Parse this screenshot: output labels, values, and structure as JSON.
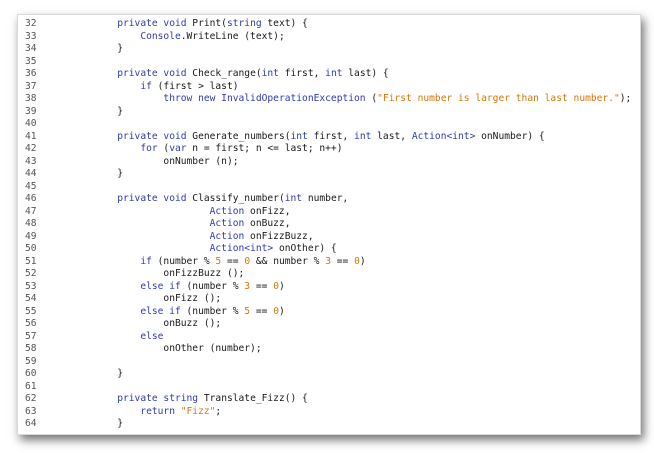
{
  "colors": {
    "keyword": "#2f3bb0",
    "number": "#d9760a",
    "string": "#d9760a",
    "text": "#1a1a1a",
    "line_number": "#555555",
    "background": "#ffffff"
  },
  "editor": {
    "lines": [
      {
        "n": "32",
        "tokens": [
          [
            "p",
            "        "
          ],
          [
            "kw",
            "private void"
          ],
          [
            "p",
            " Print("
          ],
          [
            "kw",
            "string"
          ],
          [
            "p",
            " text) {"
          ]
        ]
      },
      {
        "n": "33",
        "tokens": [
          [
            "p",
            "            "
          ],
          [
            "kw",
            "Console"
          ],
          [
            "p",
            ".WriteLine (text);"
          ]
        ]
      },
      {
        "n": "34",
        "tokens": [
          [
            "p",
            "        }"
          ]
        ]
      },
      {
        "n": "35",
        "tokens": []
      },
      {
        "n": "36",
        "tokens": [
          [
            "p",
            "        "
          ],
          [
            "kw",
            "private void"
          ],
          [
            "p",
            " Check_range("
          ],
          [
            "kw",
            "int"
          ],
          [
            "p",
            " first, "
          ],
          [
            "kw",
            "int"
          ],
          [
            "p",
            " last) {"
          ]
        ]
      },
      {
        "n": "37",
        "tokens": [
          [
            "p",
            "            "
          ],
          [
            "kw",
            "if"
          ],
          [
            "p",
            " (first > last)"
          ]
        ]
      },
      {
        "n": "38",
        "tokens": [
          [
            "p",
            "                "
          ],
          [
            "kw",
            "throw new InvalidOperationException"
          ],
          [
            "p",
            " ("
          ],
          [
            "str",
            "\"First number is larger than last number.\""
          ],
          [
            "p",
            ");"
          ]
        ]
      },
      {
        "n": "39",
        "tokens": [
          [
            "p",
            "        }"
          ]
        ]
      },
      {
        "n": "40",
        "tokens": []
      },
      {
        "n": "41",
        "tokens": [
          [
            "p",
            "        "
          ],
          [
            "kw",
            "private void"
          ],
          [
            "p",
            " Generate_numbers("
          ],
          [
            "kw",
            "int"
          ],
          [
            "p",
            " first, "
          ],
          [
            "kw",
            "int"
          ],
          [
            "p",
            " last, "
          ],
          [
            "kw",
            "Action<int>"
          ],
          [
            "p",
            " onNumber) {"
          ]
        ]
      },
      {
        "n": "42",
        "tokens": [
          [
            "p",
            "            "
          ],
          [
            "kw",
            "for"
          ],
          [
            "p",
            " ("
          ],
          [
            "kw",
            "var"
          ],
          [
            "p",
            " n = first; n <= last; n++)"
          ]
        ]
      },
      {
        "n": "43",
        "tokens": [
          [
            "p",
            "                onNumber (n);"
          ]
        ]
      },
      {
        "n": "44",
        "tokens": [
          [
            "p",
            "        }"
          ]
        ]
      },
      {
        "n": "45",
        "tokens": []
      },
      {
        "n": "46",
        "tokens": [
          [
            "p",
            "        "
          ],
          [
            "kw",
            "private void"
          ],
          [
            "p",
            " Classify_number("
          ],
          [
            "kw",
            "int"
          ],
          [
            "p",
            " number,"
          ]
        ]
      },
      {
        "n": "47",
        "tokens": [
          [
            "p",
            "                        "
          ],
          [
            "kw",
            "Action"
          ],
          [
            "p",
            " onFizz,"
          ]
        ]
      },
      {
        "n": "48",
        "tokens": [
          [
            "p",
            "                        "
          ],
          [
            "kw",
            "Action"
          ],
          [
            "p",
            " onBuzz,"
          ]
        ]
      },
      {
        "n": "49",
        "tokens": [
          [
            "p",
            "                        "
          ],
          [
            "kw",
            "Action"
          ],
          [
            "p",
            " onFizzBuzz,"
          ]
        ]
      },
      {
        "n": "50",
        "tokens": [
          [
            "p",
            "                        "
          ],
          [
            "kw",
            "Action<int>"
          ],
          [
            "p",
            " onOther) {"
          ]
        ]
      },
      {
        "n": "51",
        "tokens": [
          [
            "p",
            "            "
          ],
          [
            "kw",
            "if"
          ],
          [
            "p",
            " (number % "
          ],
          [
            "num",
            "5"
          ],
          [
            "p",
            " == "
          ],
          [
            "num",
            "0"
          ],
          [
            "p",
            " && number % "
          ],
          [
            "num",
            "3"
          ],
          [
            "p",
            " == "
          ],
          [
            "num",
            "0"
          ],
          [
            "p",
            ")"
          ]
        ]
      },
      {
        "n": "52",
        "tokens": [
          [
            "p",
            "                onFizzBuzz ();"
          ]
        ]
      },
      {
        "n": "53",
        "tokens": [
          [
            "p",
            "            "
          ],
          [
            "kw",
            "else if"
          ],
          [
            "p",
            " (number % "
          ],
          [
            "num",
            "3"
          ],
          [
            "p",
            " == "
          ],
          [
            "num",
            "0"
          ],
          [
            "p",
            ")"
          ]
        ]
      },
      {
        "n": "54",
        "tokens": [
          [
            "p",
            "                onFizz ();"
          ]
        ]
      },
      {
        "n": "55",
        "tokens": [
          [
            "p",
            "            "
          ],
          [
            "kw",
            "else if"
          ],
          [
            "p",
            " (number % "
          ],
          [
            "num",
            "5"
          ],
          [
            "p",
            " == "
          ],
          [
            "num",
            "0"
          ],
          [
            "p",
            ")"
          ]
        ]
      },
      {
        "n": "56",
        "tokens": [
          [
            "p",
            "                onBuzz ();"
          ]
        ]
      },
      {
        "n": "57",
        "tokens": [
          [
            "p",
            "            "
          ],
          [
            "kw",
            "else"
          ]
        ]
      },
      {
        "n": "58",
        "tokens": [
          [
            "p",
            "                onOther (number);"
          ]
        ]
      },
      {
        "n": "59",
        "tokens": []
      },
      {
        "n": "60",
        "tokens": [
          [
            "p",
            "        }"
          ]
        ]
      },
      {
        "n": "61",
        "tokens": []
      },
      {
        "n": "62",
        "tokens": [
          [
            "p",
            "        "
          ],
          [
            "kw",
            "private string"
          ],
          [
            "p",
            " Translate_Fizz() {"
          ]
        ]
      },
      {
        "n": "63",
        "tokens": [
          [
            "p",
            "            "
          ],
          [
            "kw",
            "return"
          ],
          [
            "p",
            " "
          ],
          [
            "str",
            "\"Fizz\""
          ],
          [
            "p",
            ";"
          ]
        ]
      },
      {
        "n": "64",
        "tokens": [
          [
            "p",
            "        }"
          ]
        ]
      }
    ]
  }
}
